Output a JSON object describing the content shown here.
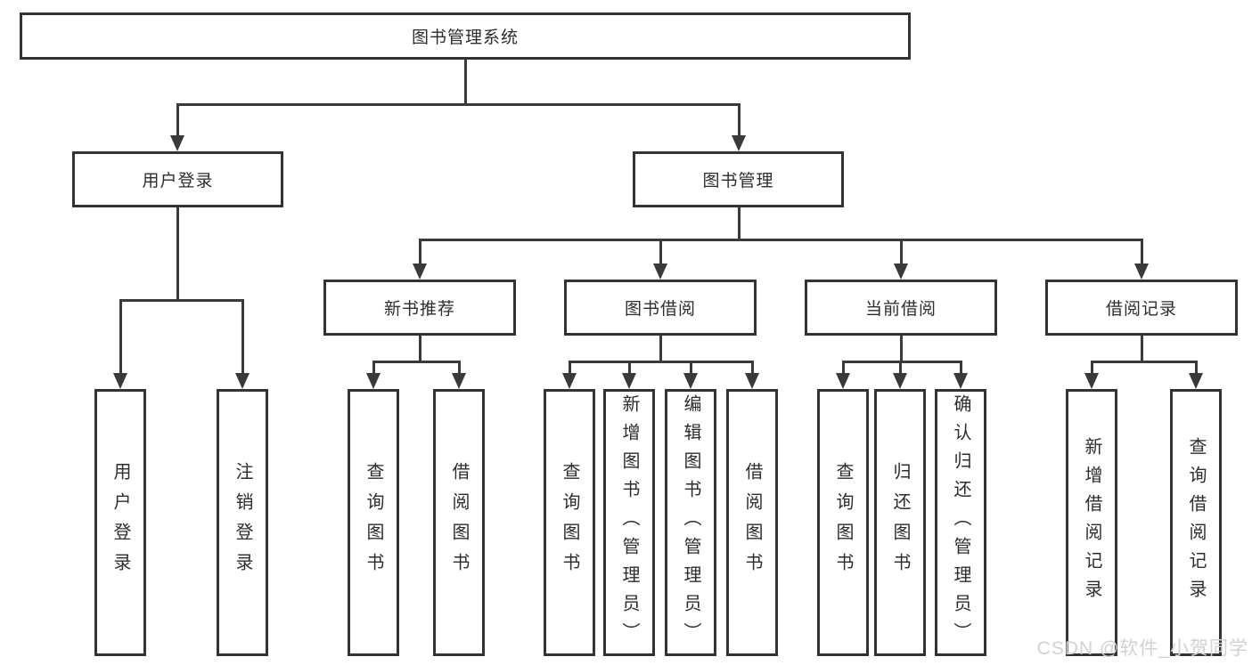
{
  "diagram_title": "图书管理系统",
  "nodes": {
    "root": "图书管理系统",
    "user_login": "用户登录",
    "book_management": "图书管理",
    "new_book_recommend": "新书推荐",
    "book_borrow": "图书借阅",
    "current_borrow": "当前借阅",
    "borrow_records": "借阅记录",
    "leaf_user_login": "用户登录",
    "leaf_logout": "注销登录",
    "leaf_nb_query": "查询图书",
    "leaf_nb_borrow": "借阅图书",
    "leaf_bb_query": "查询图书",
    "leaf_bb_add": "新增图书（管理员）",
    "leaf_bb_edit": "编辑图书（管理员）",
    "leaf_bb_borrow": "借阅图书",
    "leaf_cb_query": "查询图书",
    "leaf_cb_return": "归还图书",
    "leaf_cb_confirm": "确认归还（管理员）",
    "leaf_br_add": "新增借阅记录",
    "leaf_br_query": "查询借阅记录"
  },
  "watermark": "CSDN @软件_小贺同学",
  "colors": {
    "line": "#3a3a3a",
    "border": "#333333",
    "text": "#2d2d2d",
    "watermark": "#d2d2d2",
    "background": "#ffffff"
  }
}
